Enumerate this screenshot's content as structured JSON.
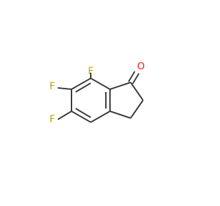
{
  "molecule": {
    "atom_colors": {
      "F": "#b4a400",
      "O": "#e8201c",
      "C": "#3a3a3a"
    },
    "labels": {
      "f1": "F",
      "f2": "F",
      "f3": "F",
      "o1": "O"
    }
  }
}
